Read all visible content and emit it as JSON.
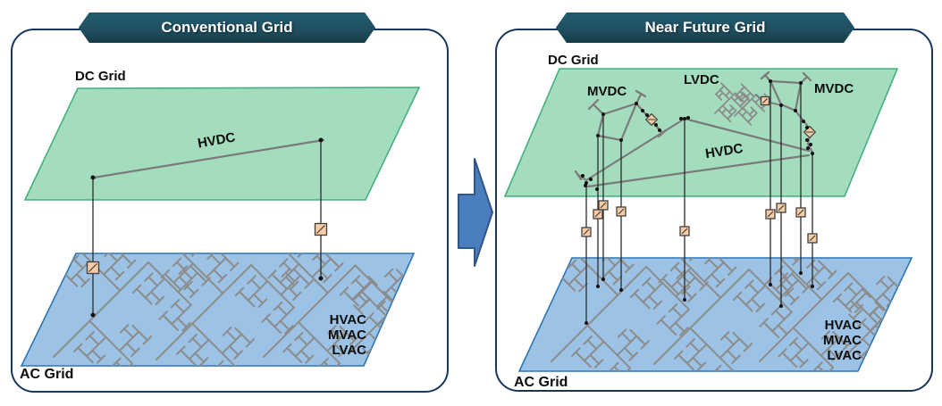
{
  "figure": {
    "type": "comparison-diagram",
    "subject": "AC/DC power grid architecture evolution"
  },
  "panels": {
    "left": {
      "banner": "Conventional Grid",
      "dc_label": "DC Grid",
      "hvdc_label": "HVDC",
      "ac_levels": [
        "HVAC",
        "MVAC",
        "LVAC"
      ],
      "ac_label": "AC Grid"
    },
    "right": {
      "banner": "Near Future Grid",
      "dc_label": "DC Grid",
      "mvdc_left_label": "MVDC",
      "lvdc_label": "LVDC",
      "mvdc_right_label": "MVDC",
      "hvdc_label": "HVDC",
      "ac_levels": [
        "HVAC",
        "MVAC",
        "LVAC"
      ],
      "ac_label": "AC Grid"
    }
  },
  "icons": {
    "converter": "square-with-diagonal-slash",
    "dc_converter": "diamond-with-diagonal-slash",
    "transition_arrow": "right-block-arrow"
  },
  "colors": {
    "panel_border": "#17365D",
    "banner_teal": "#1F4E5F",
    "banner_text": "#FFFFFF",
    "dc_plane_fill": "#A4DCBE",
    "dc_plane_stroke": "#44B07E",
    "ac_plane_fill": "#9CC3E5",
    "ac_plane_stroke": "#2E75B6",
    "network_gray": "#7A7A7A",
    "tree_gray": "#8C8C8C",
    "converter_fill": "#F7CBA4",
    "arrow_fill": "#4B7EBE"
  }
}
